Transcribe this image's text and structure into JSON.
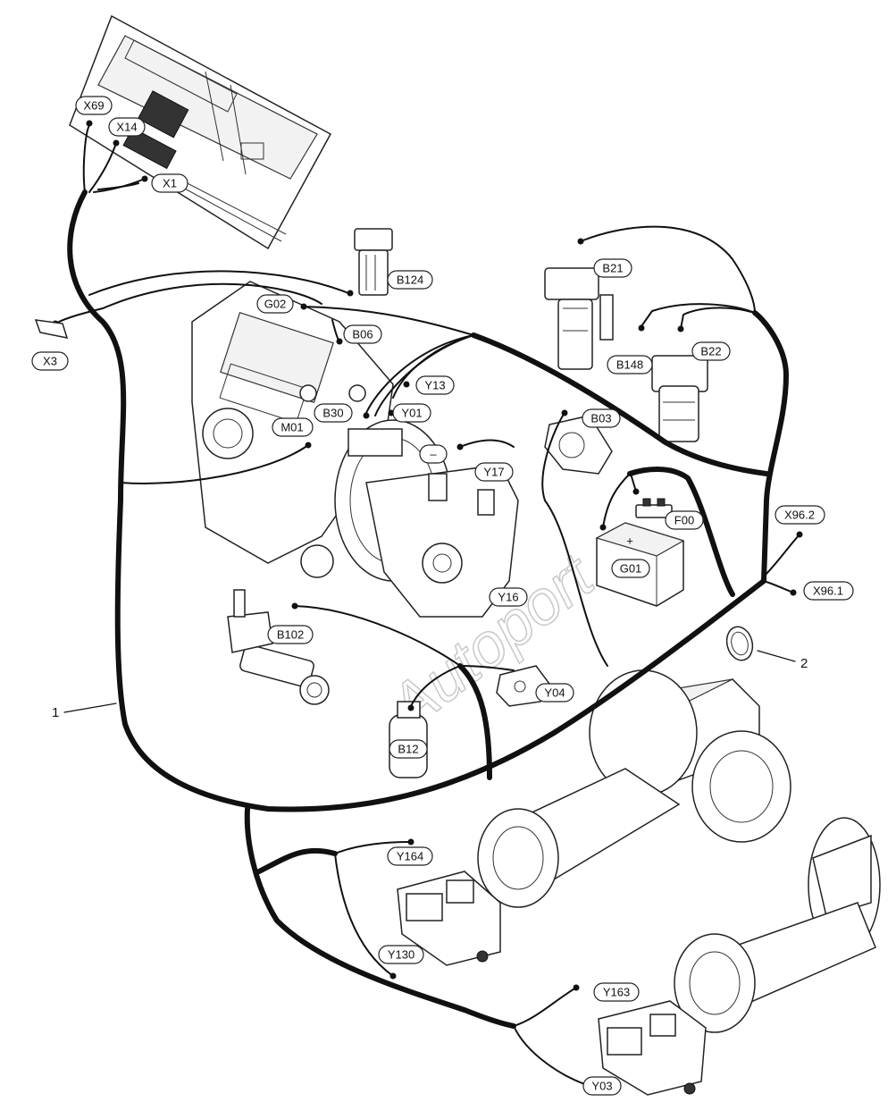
{
  "watermark": "Autoport",
  "callouts": {
    "harness": "1",
    "clamp": "2"
  },
  "labels": {
    "X69": "X69",
    "X14": "X14",
    "X1": "X1",
    "X3": "X3",
    "B124": "B124",
    "B21": "B21",
    "G02": "G02",
    "B06": "B06",
    "B148": "B148",
    "B22": "B22",
    "Y13": "Y13",
    "Y01": "Y01",
    "B30": "B30",
    "M01": "M01",
    "B03": "B03",
    "Y17": "Y17",
    "minus": "–",
    "F00": "F00",
    "G01": "G01",
    "X96_2": "X96.2",
    "X96_1": "X96.1",
    "Y16": "Y16",
    "B102": "B102",
    "Y04": "Y04",
    "B12": "B12",
    "Y164": "Y164",
    "Y130": "Y130",
    "Y163": "Y163",
    "Y03": "Y03"
  },
  "battery_symbol": "+"
}
